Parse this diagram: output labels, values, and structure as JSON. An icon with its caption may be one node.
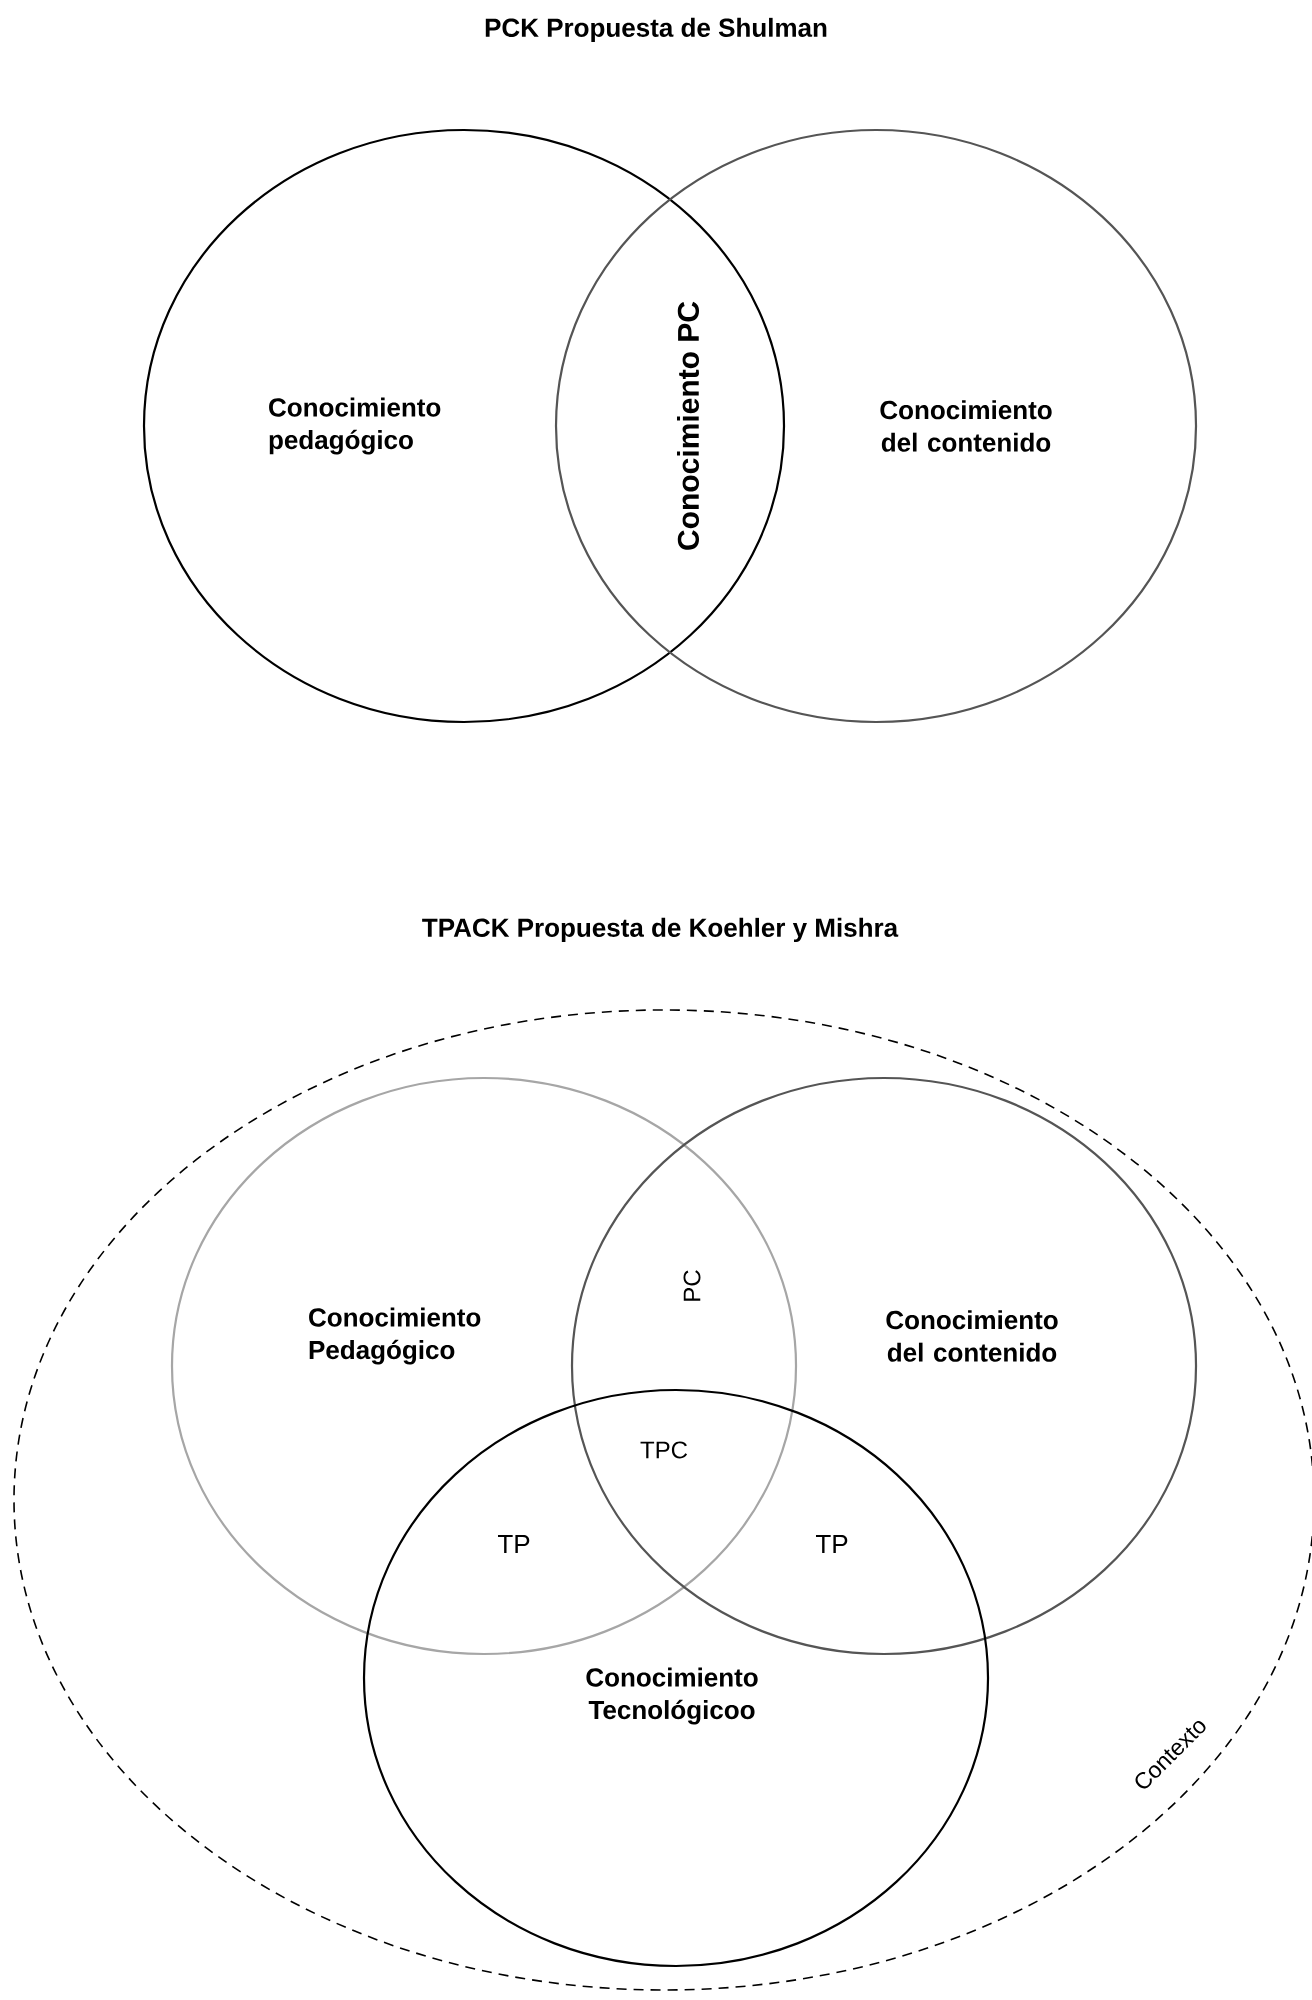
{
  "diagram": {
    "title": "PCK Propuesta de Shulman",
    "nodes": [
      {
        "text": [
          "Conocimiento pedagógico"
        ]
      },
      {
        "text": [
          "Conocimiento del contenido"
        ]
      },
      {
        "text": [
          "Contexto"
        ]
      },
      {
        "text": [
          "Conocimiento Pedagógico"
        ],
        "in": 2
      },
      {
        "text": [
          "Conocimiento del contenido"
        ],
        "in": 2
      },
      {
        "text": [
          "Conocimiento Tecnológicoo"
        ],
        "in": 2
      }
    ],
    "labels": [
      "Conocimiento PC",
      "TPACK Propuesta de Koehler y Mishra",
      "PC",
      "TPC",
      "TP",
      "TP"
    ]
  }
}
